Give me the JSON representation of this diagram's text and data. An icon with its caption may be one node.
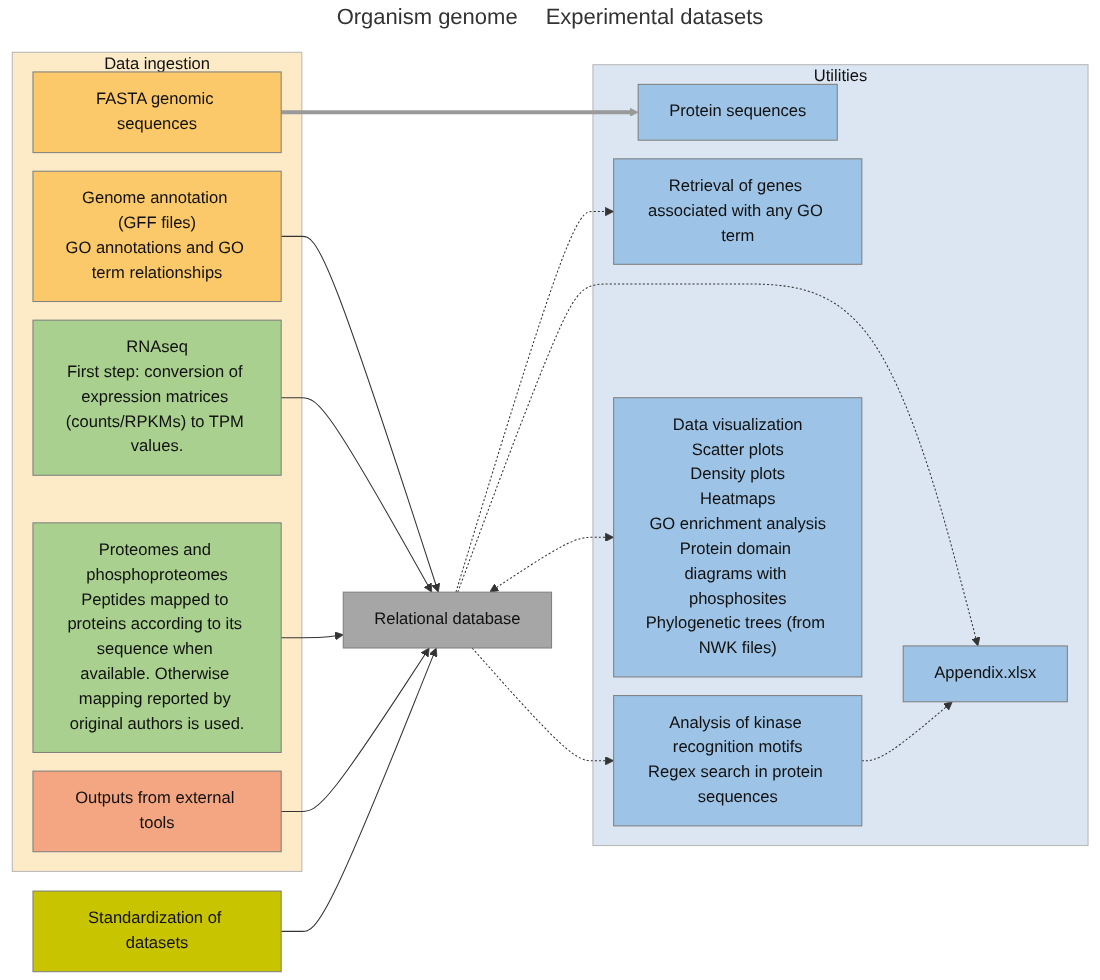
{
  "diagram": {
    "nodes": [
      {
        "text": [
          "Data ingestion"
        ]
      },
      {
        "text": [
          "FASTA genomic sequences"
        ],
        "in": 0
      },
      {
        "text": [
          "Genome annotation (GFF files)",
          "GO annotations and GO term relationships"
        ],
        "in": 0
      },
      {
        "text": [
          "RNAseq",
          "First step: conversion of expression matrices (counts/RPKMs) to TPM values."
        ],
        "in": 0
      },
      {
        "text": [
          "Proteomes and phosphoproteomes",
          "Peptides mapped to proteins according to its sequence when available. Otherwise mapping reported by original authors is used."
        ],
        "in": 0
      },
      {
        "text": [
          "Outputs from external tools"
        ],
        "in": 0
      },
      {
        "text": [
          "Relational database"
        ]
      },
      {
        "text": [
          "Utilities"
        ]
      },
      {
        "text": [
          "Protein sequences"
        ],
        "in": 7
      },
      {
        "text": [
          "Retrieval of genes associated with any GO term"
        ],
        "in": 7
      },
      {
        "text": [
          "Analysis of kinase recognition motifs",
          "Regex search in protein sequences"
        ],
        "in": 7
      },
      {
        "text": [
          "Appendix.xlsx"
        ],
        "in": 7
      },
      {
        "text": [
          "Standardization of datasets"
        ]
      },
      {
        "text": [
          "Data visualization",
          "Scatter plots",
          "Density plots",
          "Heatmaps",
          "GO enrichment analysis",
          "Protein domain diagrams with phosphosites",
          "Phylogenetic trees (from NWK files)"
        ],
        "in": 7
      }
    ],
    "edges": [
      {
        "from": 1,
        "to": 8,
        "arrow": "to",
        "style": "thick",
        "color": "#999999"
      },
      {
        "from": 2,
        "to": 6,
        "arrow": "to"
      },
      {
        "from": 3,
        "to": 6,
        "arrow": "to"
      },
      {
        "from": 4,
        "to": 6,
        "arrow": "to"
      },
      {
        "from": 5,
        "to": 6,
        "arrow": "to"
      },
      {
        "from": 12,
        "to": 6,
        "arrow": "to"
      },
      {
        "from": 6,
        "to": 9,
        "arrow": "to",
        "style": "dashed"
      },
      {
        "from": 6,
        "to": 10,
        "arrow": "to",
        "style": "dashed"
      },
      {
        "from": 6,
        "to": 11,
        "arrow": "to",
        "style": "dashed"
      },
      {
        "from": 10,
        "to": 11,
        "arrow": "to",
        "style": "dashed"
      },
      {
        "from": 6,
        "to": 13,
        "arrow": "both",
        "style": "dashed"
      }
    ],
    "labels": [
      "Organism genome",
      "Experimental datasets"
    ]
  }
}
